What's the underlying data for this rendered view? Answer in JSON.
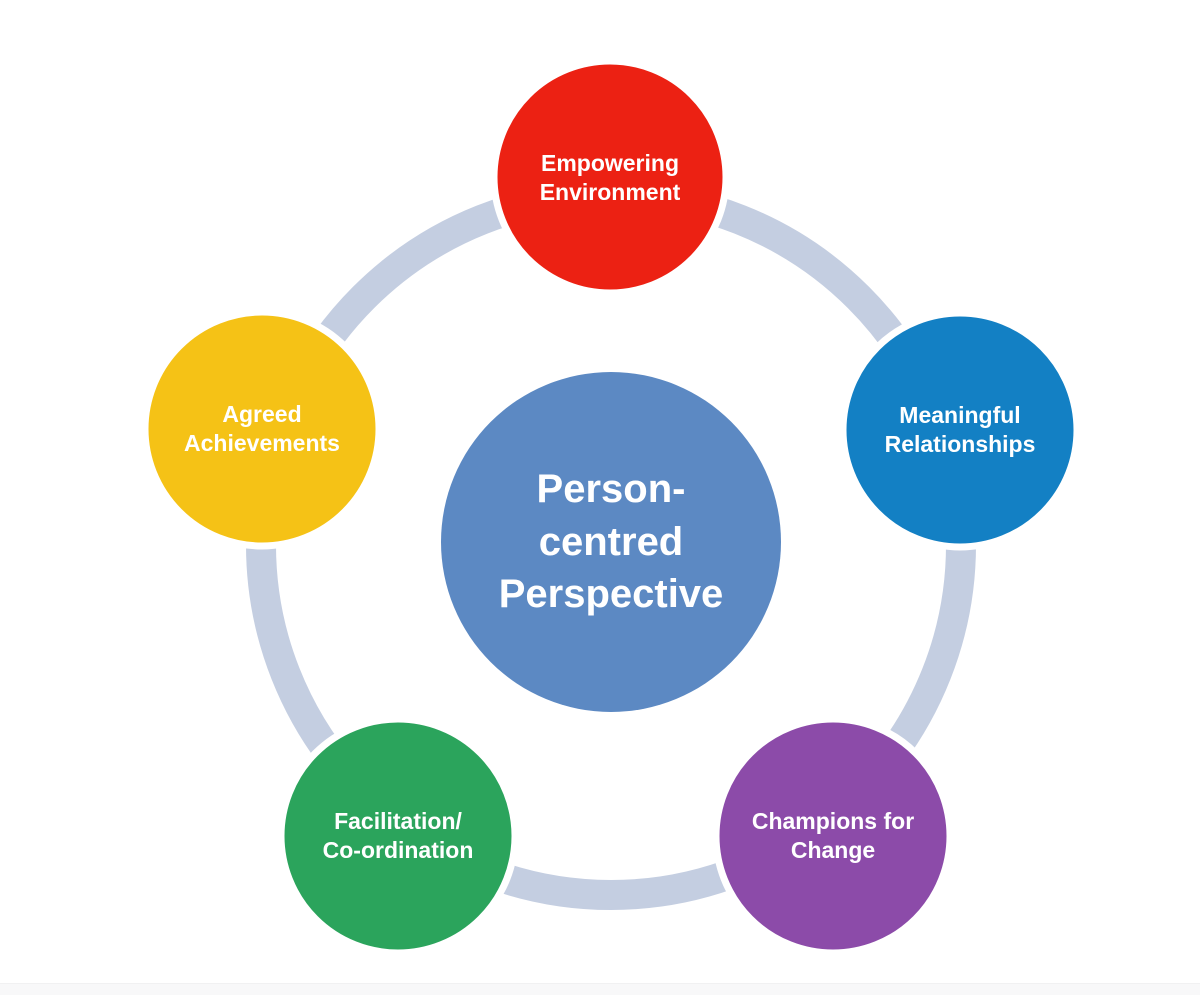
{
  "diagram": {
    "type": "cycle",
    "ring_color": "#C4CEE1",
    "text_color": "#FFFFFF",
    "center": {
      "label": "Person-\ncentred\nPerspective",
      "color": "#5C89C3"
    },
    "nodes": [
      {
        "id": "empowering-environment",
        "position": "top",
        "label": "Empowering\nEnvironment",
        "color": "#EC2113"
      },
      {
        "id": "meaningful-relationships",
        "position": "right",
        "label": "Meaningful\nRelationships",
        "color": "#1380C4"
      },
      {
        "id": "champions-for-change",
        "position": "bottom-right",
        "label": "Champions for\nChange",
        "color": "#8C4BA9"
      },
      {
        "id": "facilitation-coordination",
        "position": "bottom-left",
        "label": "Facilitation/\nCo-ordination",
        "color": "#2BA45C"
      },
      {
        "id": "agreed-achievements",
        "position": "left",
        "label": "Agreed\nAchievements",
        "color": "#F5C216"
      }
    ]
  }
}
